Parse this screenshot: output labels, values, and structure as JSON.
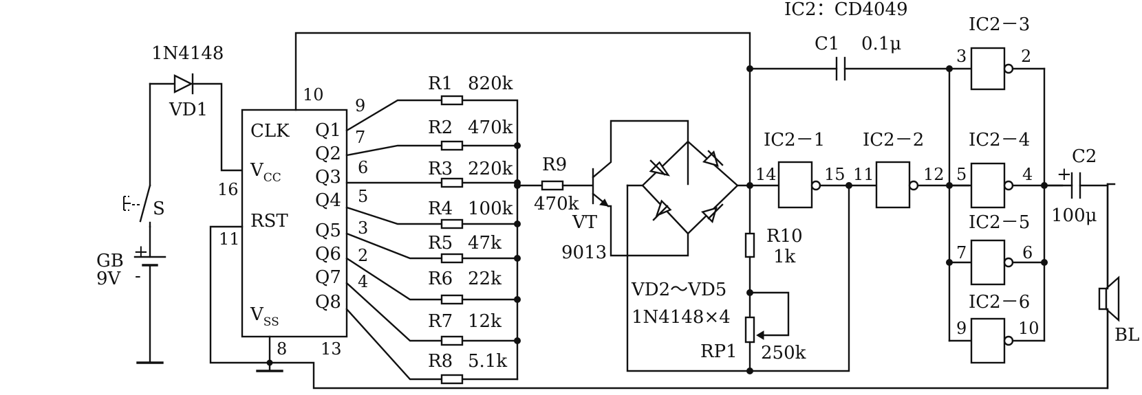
{
  "title": "IC2：CD4049",
  "counter": {
    "pins_left": [
      "CLK",
      "V",
      "RST",
      "V"
    ],
    "vcc_sub": "CC",
    "vss_sub": "SS",
    "outputs": [
      "Q1",
      "Q2",
      "Q3",
      "Q4",
      "Q5",
      "Q6",
      "Q7",
      "Q8"
    ],
    "output_pins": [
      "9",
      "7",
      "6",
      "5",
      "3",
      "2",
      "4"
    ],
    "pin_clk": "10",
    "pin_vcc": "16",
    "pin_rst": "11",
    "pin_vss": "8",
    "pin_q8": "13"
  },
  "diode_vd1": {
    "part": "1N4148",
    "ref": "VD1"
  },
  "switch": {
    "ref": "S",
    "pushbutton_mark": "E"
  },
  "battery": {
    "ref": "GB",
    "voltage": "9V",
    "plus": "+",
    "minus": "-"
  },
  "resistors": [
    {
      "ref": "R1",
      "value": "820k"
    },
    {
      "ref": "R2",
      "value": "470k"
    },
    {
      "ref": "R3",
      "value": "220k"
    },
    {
      "ref": "R4",
      "value": "100k"
    },
    {
      "ref": "R5",
      "value": "47k"
    },
    {
      "ref": "R6",
      "value": "22k"
    },
    {
      "ref": "R7",
      "value": "12k"
    },
    {
      "ref": "R8",
      "value": "5.1k"
    }
  ],
  "r9": {
    "ref": "R9",
    "value": "470k"
  },
  "transistor": {
    "ref": "VT",
    "part": "9013"
  },
  "bridge": {
    "ref": "VD2～VD5",
    "part": "1N4148×4"
  },
  "r10": {
    "ref": "R10",
    "value": "1k"
  },
  "rp1": {
    "ref": "RP1",
    "value": "250k"
  },
  "c1": {
    "ref": "C1",
    "value": "0.1μ"
  },
  "c2": {
    "ref": "C2",
    "value": "100μ",
    "plus": "+"
  },
  "speaker": {
    "ref": "BL"
  },
  "gates": [
    {
      "ref": "IC2－1",
      "pin_in": "14",
      "pin_out": "15"
    },
    {
      "ref": "IC2－2",
      "pin_in": "11",
      "pin_out": "12"
    },
    {
      "ref": "IC2－3",
      "pin_in": "3",
      "pin_out": "2"
    },
    {
      "ref": "IC2－4",
      "pin_in": "5",
      "pin_out": "4"
    },
    {
      "ref": "IC2－5",
      "pin_in": "7",
      "pin_out": "6"
    },
    {
      "ref": "IC2－6",
      "pin_in": "9",
      "pin_out": "10"
    }
  ]
}
